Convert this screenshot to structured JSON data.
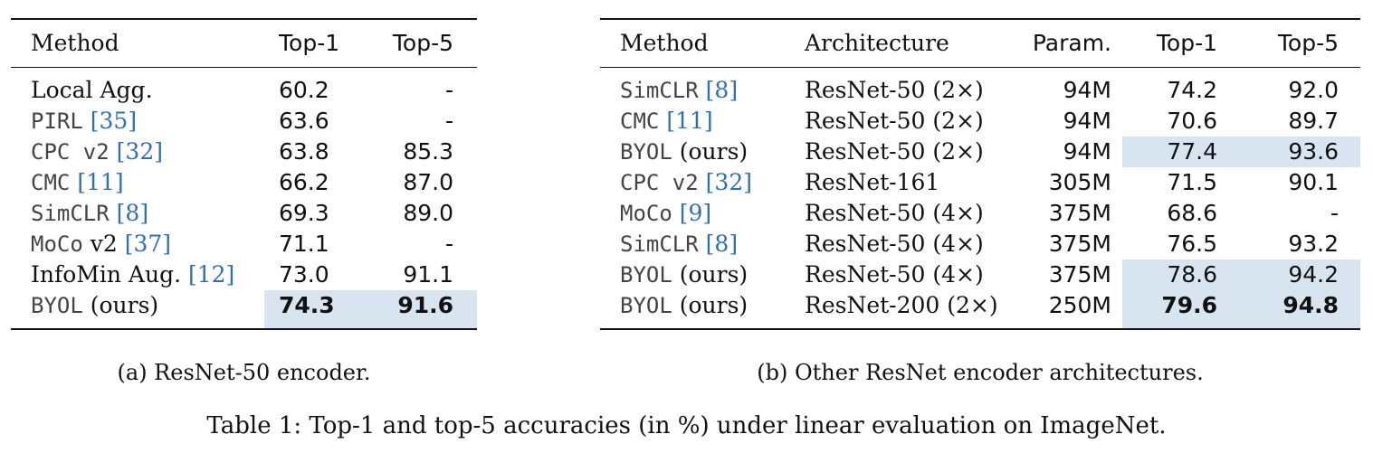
{
  "table_a": {
    "headers": [
      "Method",
      "Top-1",
      "Top-5"
    ],
    "rows": [
      {
        "method": "Local Agg.",
        "mono": false,
        "cite": "",
        "top1": "60.2",
        "top5": "-",
        "hl": false,
        "bold": false
      },
      {
        "method": "PIRL",
        "mono": true,
        "cite": "[35]",
        "top1": "63.6",
        "top5": "-",
        "hl": false,
        "bold": false
      },
      {
        "method": "CPC v2",
        "mono": true,
        "cite": "[32]",
        "top1": "63.8",
        "top5": "85.3",
        "hl": false,
        "bold": false
      },
      {
        "method": "CMC",
        "mono": true,
        "cite": "[11]",
        "top1": "66.2",
        "top5": "87.0",
        "hl": false,
        "bold": false
      },
      {
        "method": "SimCLR",
        "mono": true,
        "cite": "[8]",
        "top1": "69.3",
        "top5": "89.0",
        "hl": false,
        "bold": false
      },
      {
        "method": "MoCo",
        "suffix": " v2",
        "mono": true,
        "cite": "[37]",
        "top1": "71.1",
        "top5": "-",
        "hl": false,
        "bold": false
      },
      {
        "method": "InfoMin Aug.",
        "mono": false,
        "cite": "[12]",
        "top1": "73.0",
        "top5": "91.1",
        "hl": false,
        "bold": false
      },
      {
        "method": "BYOL",
        "suffix": " (ours)",
        "mono": true,
        "cite": "",
        "top1": "74.3",
        "top5": "91.6",
        "hl": true,
        "bold": true
      }
    ],
    "caption": "(a) ResNet-50 encoder."
  },
  "table_b": {
    "headers": [
      "Method",
      "Architecture",
      "Param.",
      "Top-1",
      "Top-5"
    ],
    "rows": [
      {
        "method": "SimCLR",
        "cite": "[8]",
        "arch": "ResNet-50 (2×)",
        "param": "94M",
        "top1": "74.2",
        "top5": "92.0",
        "hl": false,
        "bold": false
      },
      {
        "method": "CMC",
        "cite": "[11]",
        "arch": "ResNet-50 (2×)",
        "param": "94M",
        "top1": "70.6",
        "top5": "89.7",
        "hl": false,
        "bold": false
      },
      {
        "method": "BYOL",
        "suffix": " (ours)",
        "cite": "",
        "arch": "ResNet-50 (2×)",
        "param": "94M",
        "top1": "77.4",
        "top5": "93.6",
        "hl": true,
        "bold": false
      },
      {
        "method": "CPC v2",
        "cite": "[32]",
        "arch": "ResNet-161",
        "param": "305M",
        "top1": "71.5",
        "top5": "90.1",
        "hl": false,
        "bold": false
      },
      {
        "method": "MoCo",
        "cite": "[9]",
        "arch": "ResNet-50 (4×)",
        "param": "375M",
        "top1": "68.6",
        "top5": "-",
        "hl": false,
        "bold": false
      },
      {
        "method": "SimCLR",
        "cite": "[8]",
        "arch": "ResNet-50 (4×)",
        "param": "375M",
        "top1": "76.5",
        "top5": "93.2",
        "hl": false,
        "bold": false
      },
      {
        "method": "BYOL",
        "suffix": " (ours)",
        "cite": "",
        "arch": "ResNet-50 (4×)",
        "param": "375M",
        "top1": "78.6",
        "top5": "94.2",
        "hl": true,
        "bold": false
      },
      {
        "method": "BYOL",
        "suffix": " (ours)",
        "cite": "",
        "arch": "ResNet-200 (2×)",
        "param": "250M",
        "top1": "79.6",
        "top5": "94.8",
        "hl": true,
        "bold": true
      }
    ],
    "caption": "(b) Other ResNet encoder architectures."
  },
  "main_caption": "Table 1: Top-1 and top-5 accuracies (in %) under linear evaluation on ImageNet.",
  "colors": {
    "highlight": "#d8e5f1",
    "citation": "#2f6fb4",
    "rule": "#111111"
  }
}
